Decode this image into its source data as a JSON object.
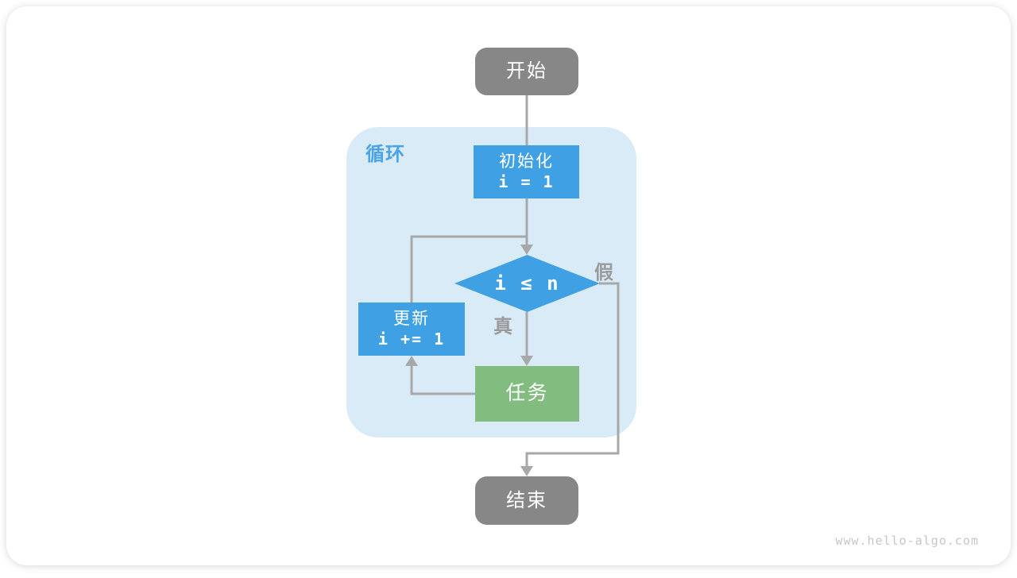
{
  "colors": {
    "page-bg": "#ffffff",
    "card-bg": "#ffffff",
    "node-gray": "#878787",
    "node-blue": "#3fa0e4",
    "node-green": "#82bd7f",
    "loop-bg": "#daebf8",
    "loop-label-color": "#4aa3e8",
    "line-color": "#a8a8a8",
    "branch-label-color": "#9b9b9b",
    "watermark-color": "#c6c6c6"
  },
  "flowchart": {
    "start": {
      "label": "开始"
    },
    "loop_region": {
      "label": "循环"
    },
    "init": {
      "title": "初始化",
      "code": "i = 1"
    },
    "condition": {
      "code": "i ≤ n"
    },
    "update": {
      "title": "更新",
      "code": "i += 1"
    },
    "task": {
      "label": "任务"
    },
    "end": {
      "label": "结束"
    },
    "branch_true": {
      "label": "真"
    },
    "branch_false": {
      "label": "假"
    }
  },
  "footer": {
    "watermark": "www.hello-algo.com"
  }
}
